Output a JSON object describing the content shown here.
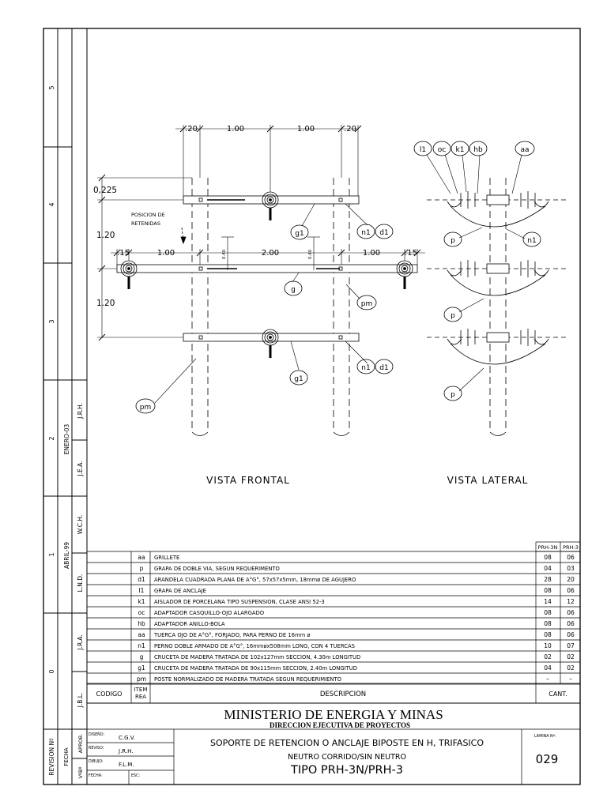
{
  "border": {
    "zones": [
      "5",
      "4",
      "3",
      "2",
      "1",
      "0"
    ],
    "fecha_entries": [
      "ENERO-03",
      "ABRIL-99"
    ],
    "aprob_entries": [
      "J.R.H.",
      "J.E.A.",
      "W.C.H.",
      "L.N.D.",
      "J.R.A.",
      "J.B.L."
    ],
    "labels": {
      "revision": "REVISION Nº",
      "fecha": "FECHA",
      "aprob": "APROB.",
      "vb": "VºBº"
    }
  },
  "frontal": {
    "title": "VISTA FRONTAL",
    "top_dims": [
      ".20",
      "1.00",
      "1.00",
      ".20"
    ],
    "mid_dims": [
      ".15",
      "1.00",
      "2.00",
      "1.00",
      ".15"
    ],
    "small_dims": [
      "0.40",
      "0.40"
    ],
    "dim_0225": "0,225",
    "dim_120a": "1.20",
    "dim_120b": "1.20",
    "note_line1": "POSICION DE",
    "note_line2": "RETENIDAS",
    "callouts": {
      "g1_top": "g1",
      "n1_top": "n1",
      "d1_top": "d1",
      "g": "g",
      "pm_right": "pm",
      "n1_bot": "n1",
      "d1_bot": "d1",
      "g1_bot": "g1",
      "pm_left": "pm"
    }
  },
  "lateral": {
    "title": "VISTA LATERAL",
    "callouts": {
      "l1": "l1",
      "oc": "oc",
      "k1": "k1",
      "hb": "hb",
      "aa": "aa",
      "n1": "n1",
      "p1": "p",
      "p2": "p",
      "p3": "p"
    }
  },
  "parts_table": {
    "cant_headers": [
      "PRH-3N",
      "PRH-3"
    ],
    "rows": [
      {
        "item": "aa",
        "desc": "GRILLETE",
        "q1": "08",
        "q2": "06"
      },
      {
        "item": "p",
        "desc": "GRAPA DE DOBLE VIA, SEGUN REQUERIMENTO",
        "q1": "04",
        "q2": "03"
      },
      {
        "item": "d1",
        "desc": "ARANDELA CUADRADA PLANA DE A°G°, 57x57x5mm, 18mmø DE AGUJERO",
        "q1": "28",
        "q2": "20"
      },
      {
        "item": "l1",
        "desc": "GRAPA DE ANCLAJE",
        "q1": "08",
        "q2": "06"
      },
      {
        "item": "k1",
        "desc": "AISLADOR DE PORCELANA TIPO SUSPENSION, CLASE ANSI 52-3",
        "q1": "14",
        "q2": "12"
      },
      {
        "item": "oc",
        "desc": "ADAPTADOR CASQUILLO-OJO ALARGADO",
        "q1": "08",
        "q2": "06"
      },
      {
        "item": "hb",
        "desc": "ADAPTADOR ANILLO-BOLA",
        "q1": "08",
        "q2": "06"
      },
      {
        "item": "aa",
        "desc": "TUERCA OJO DE A°G°, FORJADO, PARA PERNO DE 16mm ø",
        "q1": "08",
        "q2": "06"
      },
      {
        "item": "n1",
        "desc": "PERNO DOBLE ARMADO DE A°G°, 16mmøx508mm LONG, CON 4 TUERCAS",
        "q1": "10",
        "q2": "07"
      },
      {
        "item": "g",
        "desc": "CRUCETA DE MADERA TRATADA DE 102x127mm SECCION, 4.30m LONGITUD",
        "q1": "02",
        "q2": "02"
      },
      {
        "item": "g1",
        "desc": "CRUCETA DE MADERA TRATADA DE 90x115mm  SECCION, 2.40m LONGITUD",
        "q1": "04",
        "q2": "02"
      },
      {
        "item": "pm",
        "desc": "POSTE NORMALIZADO  DE MADERA TRATADA SEGUN REQUERIMIENTO",
        "q1": "–",
        "q2": "–"
      }
    ],
    "header": {
      "codigo": "CODIGO",
      "item1": "ITEM",
      "item2": "REA",
      "descripcion": "DESCRIPCION",
      "cant": "CANT."
    }
  },
  "title_block": {
    "ministry": "MINISTERIO  DE  ENERGIA  Y  MINAS",
    "direction": "DIRECCION  EJECUTIVA  DE  PROYECTOS",
    "diseno_label": "DISEÑO:",
    "diseno": "C.G.V.",
    "revisado_label": "REVISO:",
    "revisado": "J.R.H.",
    "dibujo_label": "DIBUJO:",
    "dibujo": "F.L.M.",
    "fecha_label": "FECHA:",
    "esc_label": "ESC:",
    "title1": "SOPORTE  DE  RETENCION  O  ANCLAJE  BIPOSTE  EN  H,  TRIFASICO",
    "title2": "NEUTRO CORRIDO/SIN NEUTRO",
    "title3": "TIPO  PRH-3N/PRH-3",
    "lamina_label": "LAMINA Nº:",
    "lamina": "029"
  }
}
